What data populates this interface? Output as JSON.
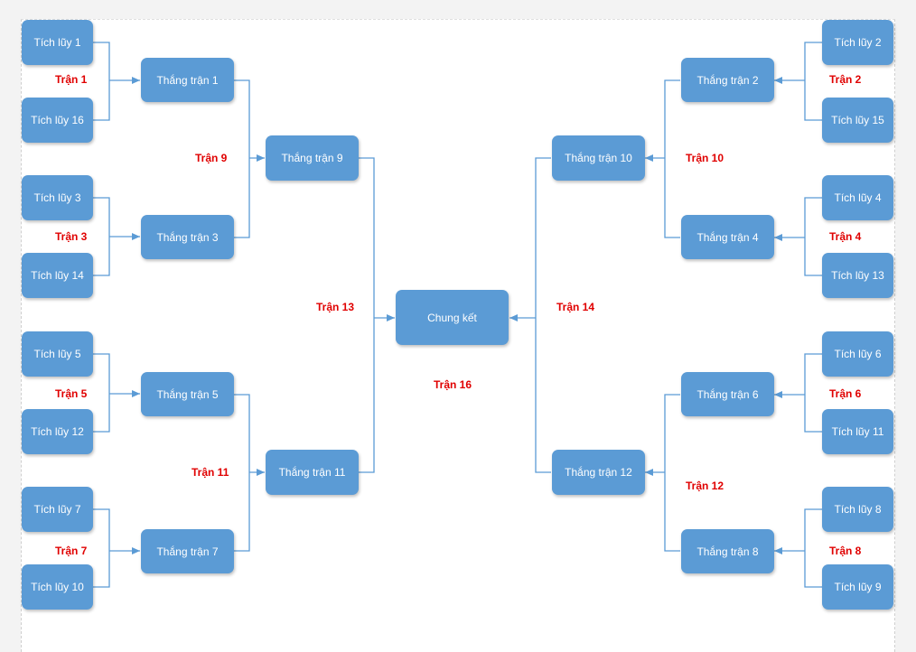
{
  "seeds": {
    "s1": "Tích lũy 1",
    "s2": "Tích lũy 2",
    "s3": "Tích lũy 3",
    "s4": "Tích lũy 4",
    "s5": "Tích lũy 5",
    "s6": "Tích lũy 6",
    "s7": "Tích lũy 7",
    "s8": "Tích lũy 8",
    "s9": "Tích lũy 9",
    "s10": "Tích lũy 10",
    "s11": "Tích lũy 11",
    "s12": "Tích lũy 12",
    "s13": "Tích lũy 13",
    "s14": "Tích lũy 14",
    "s15": "Tích lũy 15",
    "s16": "Tích lũy 16"
  },
  "winners": {
    "w1": "Thắng trận 1",
    "w2": "Thắng trận 2",
    "w3": "Thắng trận 3",
    "w4": "Thắng trận 4",
    "w5": "Thắng trận 5",
    "w6": "Thắng trận 6",
    "w7": "Thắng trận 7",
    "w8": "Thắng trận 8",
    "w9": "Thắng trận 9",
    "w10": "Thắng trận 10",
    "w11": "Thắng trận 11",
    "w12": "Thắng trận 12"
  },
  "final": "Chung kết",
  "matches": {
    "m1": "Trận 1",
    "m2": "Trận 2",
    "m3": "Trận 3",
    "m4": "Trận 4",
    "m5": "Trận 5",
    "m6": "Trận 6",
    "m7": "Trận 7",
    "m8": "Trận 8",
    "m9": "Trận 9",
    "m10": "Trận 10",
    "m11": "Trận 11",
    "m12": "Trận 12",
    "m13": "Trận 13",
    "m14": "Trận 14",
    "m16": "Trận 16"
  },
  "colors": {
    "node": "#5b9bd5",
    "line": "#5b9bd5",
    "match_label": "#e00000"
  }
}
